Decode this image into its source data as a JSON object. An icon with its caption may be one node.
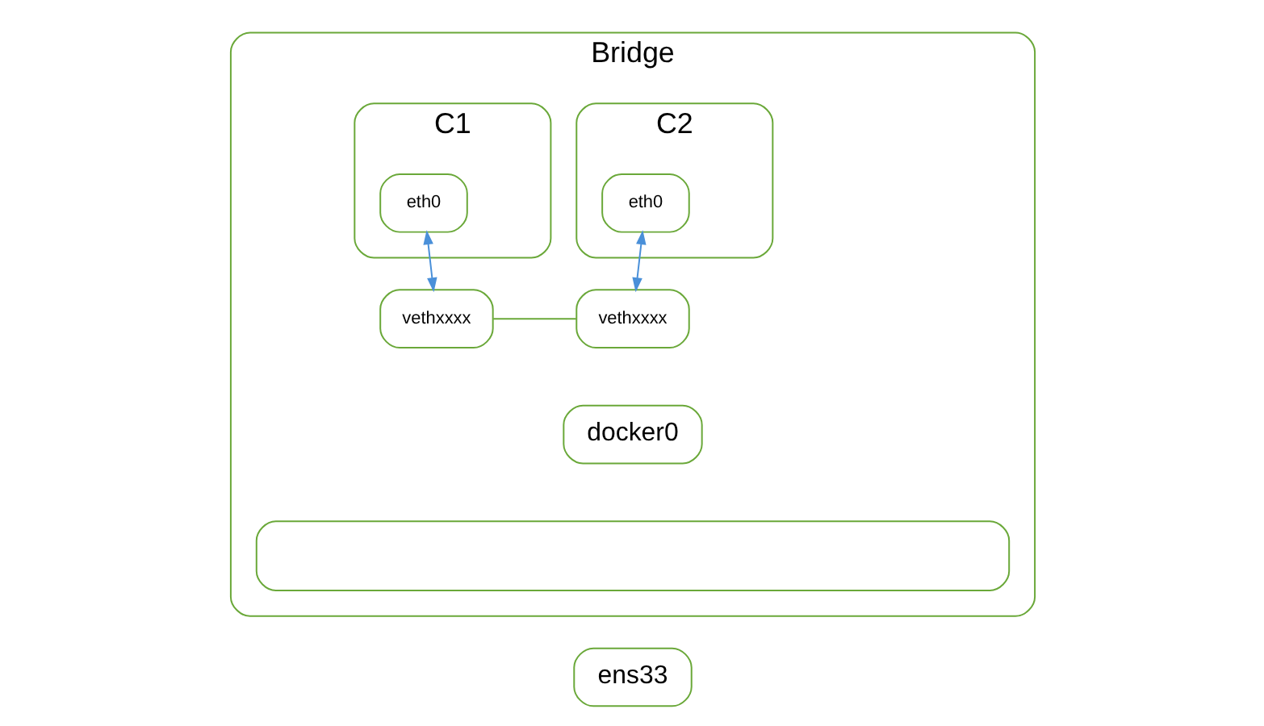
{
  "diagram": {
    "nodes": [
      {
        "text": [
          "Bridge"
        ]
      },
      {
        "text": [
          "C1"
        ],
        "in": 0
      },
      {
        "text": [
          "eth0"
        ],
        "in": 1
      },
      {
        "text": [
          "C2"
        ],
        "in": 0
      },
      {
        "text": [
          "eth0"
        ],
        "in": 3
      },
      {
        "text": [
          "vethxxxx"
        ],
        "in": 0
      },
      {
        "text": [
          "vethxxxx"
        ],
        "in": 0
      },
      {
        "text": [
          "docker0"
        ],
        "in": 0
      },
      {
        "text": [],
        "shape": "box",
        "in": 0
      },
      {
        "text": [
          "ens33"
        ]
      }
    ],
    "edges": [
      {
        "from": 2,
        "to": 5,
        "arrow": "both"
      },
      {
        "from": 4,
        "to": 6,
        "arrow": "both"
      },
      {
        "from": 5,
        "to": 6,
        "arrow": "none",
        "color": "#6aa839"
      }
    ]
  }
}
